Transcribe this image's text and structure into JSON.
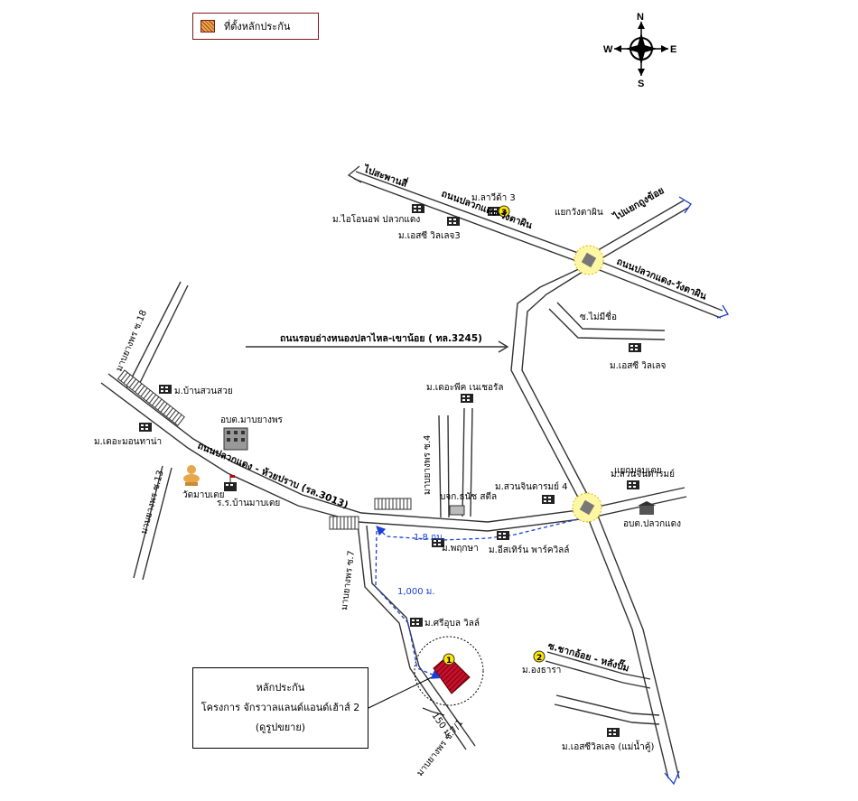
{
  "legend": {
    "label": "ที่ตั้งหลักประกัน"
  },
  "compass": {
    "n": "N",
    "s": "S",
    "e": "E",
    "w": "W"
  },
  "collateral": {
    "line1": "หลักประกัน",
    "line2": "โครงการ จักรวาลแลนด์แอนด์เฮ้าส์ 2",
    "line3": "(ดูรูปขยาย)"
  },
  "roads": {
    "to_saphan_si": "ไปสะพานสี่",
    "plak_daeng_wang_tan_1": "ถนนปลวกแดง-วังตาผิน",
    "plak_daeng_wang_tan_2": "ถนนปลวกแดง-วังตาผิน",
    "to_yaek_kaeng_khoi": "ไปแยกถูงข้อย",
    "bypass": "ถนนรอบอ่างหนองปลาไหล-เขาน้อย ( ทล.3245)",
    "soi_mai_mi_chue": "ซ.ไม่มีชื่อ",
    "map_yang_phon_18": "มาบยางพร ซ.18",
    "map_yang_phon_13": "มาบยางพร ซ.13",
    "map_yang_phon_4": "มาบยางพร ซ.4",
    "map_yang_phon_7": "มาบยางพร ซ.7",
    "map_yang_phon_7_1": "มาบยางพร ซ.7/1",
    "plak_daeng_huai_prap": "ถนนปลวกแดง - ห้วยปราบ (รล.3013)",
    "soi_khak_oi": "ซ.ชากอ้อย - หลังปั๊ม"
  },
  "places": {
    "laviva": "ม.ลาวีด้า 3",
    "island_of_plak_daeng": "ม.ไอโอนอฟ ปลวกแดง",
    "esc_village_3": "ม.เอสซี วิลเลจ3",
    "yaek_wang_tan": "แยกวังตาผิน",
    "esc_village": "ม.เอสซี วิลเลจ",
    "ban_suan_suai": "ม.บ้านสวนสวย",
    "the_mountain": "ม.เดอะมอนทาน่า",
    "obt_map_yang_phon": "อบต.มาบยางพร",
    "wat_map_toei": "วัดมาบเตย",
    "school_map_toei": "ร.ร.บ้านมาบเตย",
    "the_peak_natural": "ม.เดอะพีค เนเชอรัล",
    "bjk_steel": "บจก.ธนัช สตีล",
    "yaek_map_toei": "แยกมาบเตย",
    "suan_chindarom": "ม.สวนจินดารมย์",
    "suan_chindarom_4": "ม.สวนจินดารมย์ 4",
    "obt_plak_daeng": "อบต.ปลวกแดง",
    "phruksa": "ม.พฤกษา",
    "eastern_park": "ม.อีสเทิร์น พาร์ควิลล์",
    "sri_ubon": "ม.ศรีอุบล วิลล์",
    "ongthara": "ม.องธารา",
    "esc_mae_nam_khu": "ม.เอสซีวิลเลจ (แม่น้ำคู้)"
  },
  "distances": {
    "d1": "1.8 กม.",
    "d2": "1,000 ม.",
    "d3": "150 ม."
  },
  "markers": {
    "m1": "1",
    "m2": "2",
    "m3": "3"
  }
}
